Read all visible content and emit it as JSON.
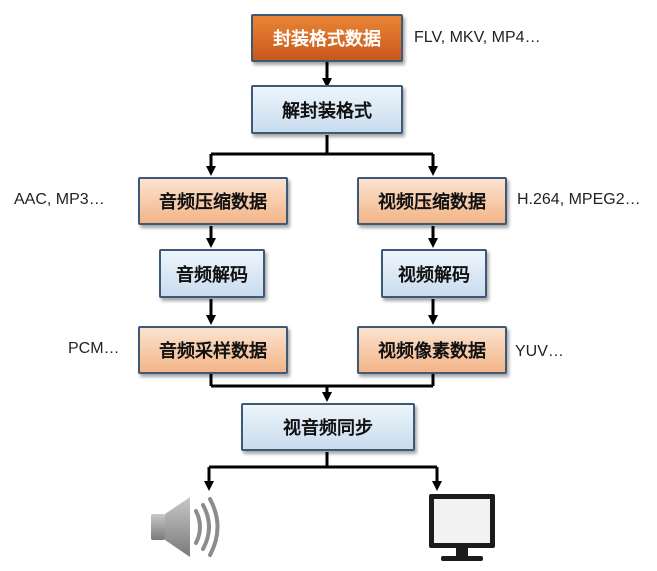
{
  "nodes": {
    "container": "封装格式数据",
    "demux": "解封装格式",
    "audio_compressed": "音频压缩数据",
    "video_compressed": "视频压缩数据",
    "audio_decode": "音频解码",
    "video_decode": "视频解码",
    "audio_raw": "音频采样数据",
    "video_raw": "视频像素数据",
    "sync": "视音频同步"
  },
  "annotations": {
    "container_formats": "FLV, MKV, MP4…",
    "audio_codecs": "AAC, MP3…",
    "video_codecs": "H.264, MPEG2…",
    "audio_raw_format": "PCM…",
    "video_raw_format": "YUV…"
  },
  "icons": {
    "audio_output": "speaker-icon",
    "video_output": "monitor-icon"
  },
  "colors": {
    "container_fill": "#d66a25",
    "stream_fill": "#f6c29b",
    "process_fill": "#dce9f5",
    "border": "#3c5a78",
    "line": "#000000"
  }
}
